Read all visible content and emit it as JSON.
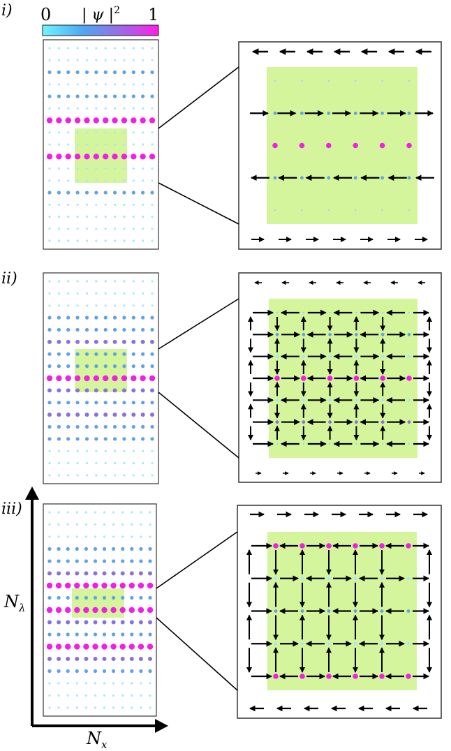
{
  "colorbar": {
    "min_label": "0",
    "max_label": "1",
    "title": "| ψ |",
    "title_sup": "2",
    "gradient": [
      "#6ff5ff",
      "#4fa6f2",
      "#8a79e6",
      "#c04fea",
      "#ff1de6"
    ]
  },
  "axes": {
    "vertical_label": "N",
    "vertical_sub": "λ",
    "horizontal_label": "N",
    "horizontal_sub": "x"
  },
  "colors": {
    "highlight": "#cdf38b",
    "high_density": "#f21ee8",
    "mid_density": "#8a71e0",
    "blue_density": "#5ea3ea",
    "low_density": "#a7e8fb",
    "arrow": "#000000",
    "frame": "#333333"
  },
  "panels": [
    {
      "label": "i)",
      "lattice": {
        "cols": 12,
        "row_levels": [
          "low",
          "low",
          "blue",
          "low",
          "blue",
          "low",
          "high",
          "low",
          "low",
          "high",
          "low",
          "low",
          "blue",
          "low",
          "low",
          "low",
          "low"
        ]
      },
      "zoom": {
        "node_row_levels": [
          "tiny",
          "blue",
          "high",
          "blue",
          "tiny"
        ],
        "arrows": "horizontal"
      }
    },
    {
      "label": "ii)",
      "lattice": {
        "cols": 12,
        "row_levels": [
          "low",
          "low",
          "low",
          "blue",
          "blue",
          "mid",
          "blue",
          "blue",
          "high",
          "mid",
          "blue",
          "mid",
          "blue",
          "blue",
          "low",
          "low",
          "low"
        ]
      },
      "zoom": {
        "node_row_levels": [
          "tiny",
          "blue",
          "low",
          "high",
          "low",
          "mid",
          "tiny"
        ],
        "arrows": "grid"
      }
    },
    {
      "label": "iii)",
      "lattice": {
        "cols": 12,
        "row_levels": [
          "low",
          "low",
          "low",
          "blue",
          "blue",
          "mid",
          "high",
          "blue",
          "high",
          "mid",
          "blue",
          "high",
          "mid",
          "blue",
          "low",
          "low",
          "low"
        ]
      },
      "zoom": {
        "node_row_levels": [
          "high",
          "low",
          "blue",
          "low",
          "high"
        ],
        "arrows": "grid_top"
      }
    }
  ]
}
